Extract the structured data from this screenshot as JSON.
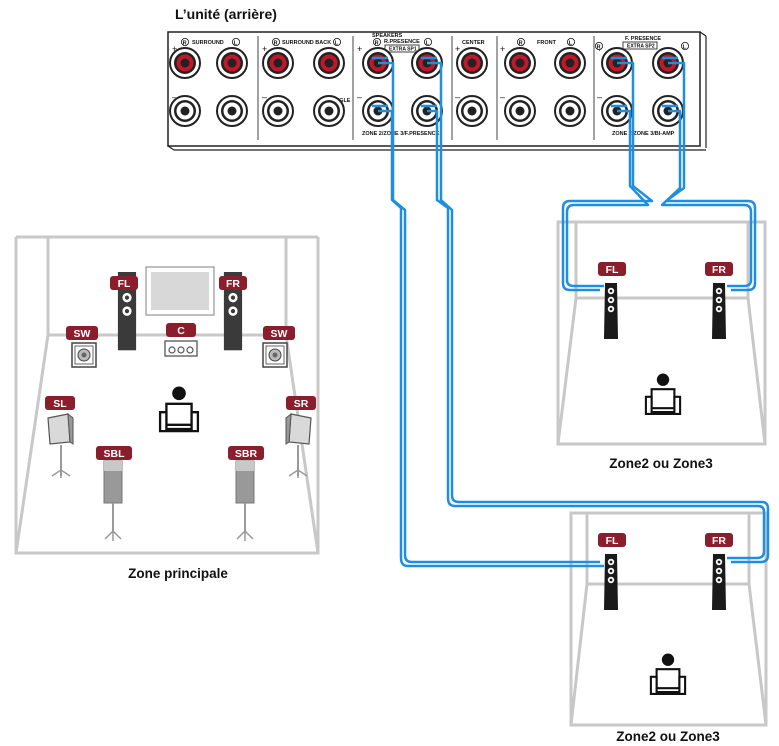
{
  "title": "L’unité (arrière)",
  "panel": {
    "speakers": "SPEAKERS",
    "surround": "SURROUND",
    "surround_back": "SURROUND BACK",
    "single": "SINGLE",
    "r_presence": "R.PRESENCE",
    "extra_sp1": "EXTRA SP1",
    "center": "CENTER",
    "front": "FRONT",
    "f_presence": "F. PRESENCE",
    "extra_sp2": "EXTRA SP2",
    "zone_label_1": "ZONE 2/ZONE 3/F.PRESENCE",
    "zone_label_2": "ZONE 2/ZONE 3/BI-AMP",
    "r": "R",
    "l": "L",
    "plus": "+",
    "minus": "–"
  },
  "main_room": {
    "caption": "Zone principale",
    "badges": {
      "fl": "FL",
      "fr": "FR",
      "c": "C",
      "sw": "SW",
      "sl": "SL",
      "sr": "SR",
      "sbl": "SBL",
      "sbr": "SBR"
    }
  },
  "zone_a": {
    "caption": "Zone2 ou Zone3",
    "fl": "FL",
    "fr": "FR"
  },
  "zone_b": {
    "caption": "Zone2 ou Zone3",
    "fl": "FL",
    "fr": "FR"
  },
  "colors": {
    "wire": "#1e8fe0",
    "badge": "#8b1e2d",
    "room_border": "#c8c8c8",
    "terminal_red": "#c0182a"
  },
  "icons": [
    "speaker-tower-icon",
    "subwoofer-icon",
    "center-speaker-icon",
    "listener-chair-icon",
    "tv-icon",
    "satellite-speaker-icon"
  ]
}
